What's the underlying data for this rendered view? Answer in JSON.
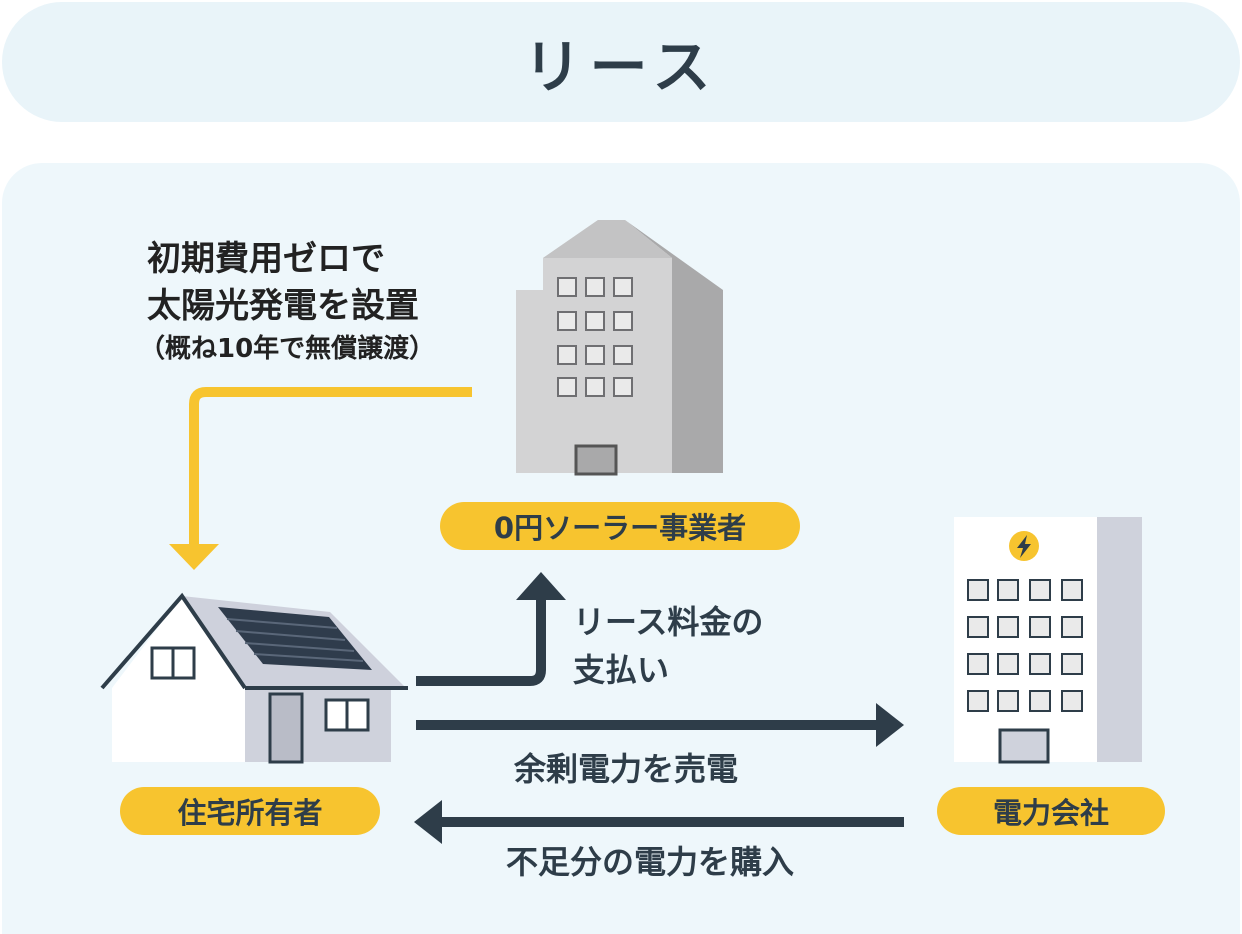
{
  "title": "リース",
  "installation_note": {
    "line1": "初期費用ゼロで",
    "line2": "太陽光発電を設置",
    "line3": "（概ね10年で無償譲渡）"
  },
  "nodes": {
    "solar_provider": "0円ソーラー事業者",
    "homeowner": "住宅所有者",
    "power_company": "電力会社"
  },
  "flows": {
    "lease_payment_line1": "リース料金の",
    "lease_payment_line2": "支払い",
    "sell_surplus": "余剰電力を売電",
    "buy_shortfall": "不足分の電力を購入"
  },
  "colors": {
    "background": "#eef7fb",
    "header_background": "#e9f4f9",
    "accent_yellow": "#f7c42f",
    "arrow_dark": "#2e3d49",
    "text_dark": "#2e3d49"
  },
  "icons": [
    "office-building-icon",
    "house-with-solar-panel-icon",
    "power-plant-building-icon",
    "lightning-bolt-icon"
  ]
}
